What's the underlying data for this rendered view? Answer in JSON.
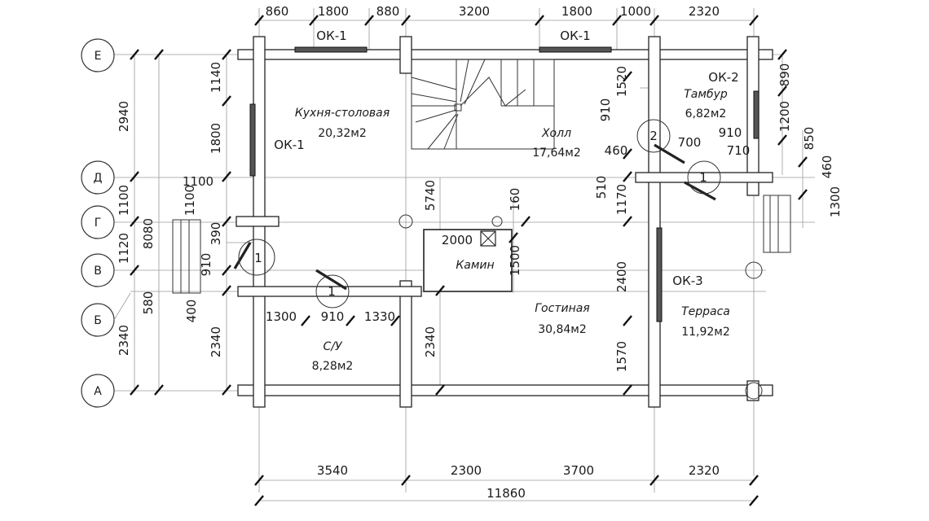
{
  "axes": {
    "rows": [
      "Е",
      "Д",
      "Г",
      "В",
      "Б",
      "А"
    ]
  },
  "dimensions": {
    "top": [
      "860",
      "1800",
      "880",
      "3200",
      "1800",
      "1000",
      "2320"
    ],
    "bottom": [
      "3540",
      "2300",
      "3700",
      "2320"
    ],
    "bottom_total": "11860",
    "left_outer": [
      "2940",
      "8080",
      "2340"
    ],
    "left_mid": [
      "1100",
      "1100",
      "1120",
      "580"
    ],
    "left_inner": [
      "1140",
      "1800",
      "390",
      "910",
      "400",
      "2340"
    ],
    "interior": {
      "d1100": "1100",
      "wc_left": "1300",
      "wc_door": "910",
      "wc_right": "1330",
      "wc_height": "2340",
      "stair": "5740",
      "d160": "160",
      "fireplace_w": "2000",
      "fireplace_h": "1500",
      "wall_910": "910",
      "d1520": "1520",
      "d460": "460",
      "d510": "510",
      "d1170": "1170",
      "d2400": "2400",
      "d1570": "1570",
      "t700": "700",
      "t910": "910",
      "t710": "710",
      "r890": "890",
      "r1200": "1200",
      "r850": "850",
      "r460": "460",
      "r1300": "1300"
    }
  },
  "rooms": {
    "kitchen": {
      "name": "Кухня-столовая",
      "area": "20,32м2"
    },
    "hall": {
      "name": "Холл",
      "area": "17,64м2"
    },
    "vestibule": {
      "name": "Тамбур",
      "area": "6,82м2"
    },
    "living": {
      "name": "Гостиная",
      "area": "30,84м2"
    },
    "bathroom": {
      "name": "С/У",
      "area": "8,28м2"
    },
    "terrace": {
      "name": "Терраса",
      "area": "11,92м2"
    },
    "fireplace": {
      "name": "Камин"
    }
  },
  "windows": {
    "ok1_top_left": "ОК-1",
    "ok1_top_right": "ОК-1",
    "ok1_left": "ОК-1",
    "ok2": "ОК-2",
    "ok3": "ОК-3"
  },
  "doors": {
    "d_left": "1",
    "d_wc": "1",
    "d_vestibule": "2",
    "d_entry": "1"
  },
  "colors": {
    "line": "#222222",
    "grid": "#9a9a9a",
    "background": "#ffffff"
  }
}
